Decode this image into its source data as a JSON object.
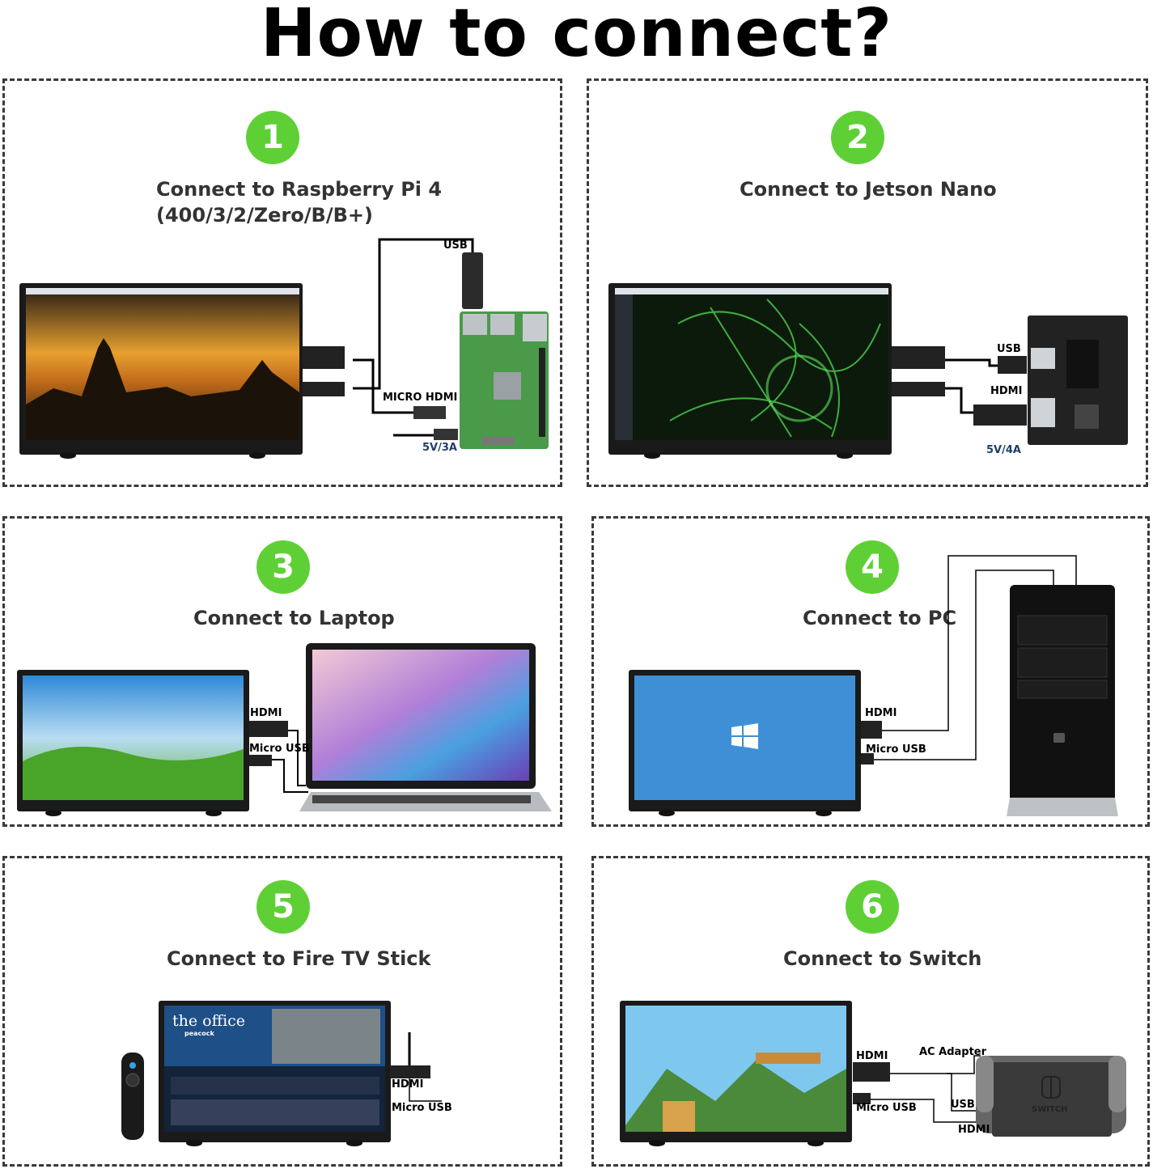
{
  "title": "How to connect?",
  "steps": [
    {
      "number": "1",
      "caption_line1": "Connect to Raspberry Pi 4",
      "caption_line2": "(400/3/2/Zero/B/B+)",
      "labels": {
        "usb": "USB",
        "micro_hdmi": "MICRO HDMI",
        "power": "5V/3A"
      }
    },
    {
      "number": "2",
      "caption_line1": "Connect to Jetson Nano",
      "labels": {
        "usb": "USB",
        "hdmi": "HDMI",
        "power": "5V/4A"
      }
    },
    {
      "number": "3",
      "caption_line1": "Connect to Laptop",
      "labels": {
        "hdmi": "HDMI",
        "micro_usb": "Micro USB"
      }
    },
    {
      "number": "4",
      "caption_line1": "Connect to PC",
      "labels": {
        "hdmi": "HDMI",
        "micro_usb": "Micro USB"
      }
    },
    {
      "number": "5",
      "caption_line1": "Connect to Fire TV Stick",
      "labels": {
        "hdmi": "HDMI",
        "micro_usb": "Micro USB"
      }
    },
    {
      "number": "6",
      "caption_line1": "Connect to Switch",
      "labels": {
        "hdmi": "HDMI",
        "micro_usb": "Micro USB",
        "ac_adapter": "AC Adapter",
        "usb": "USB",
        "hdmi2": "HDMI"
      }
    }
  ],
  "screens": {
    "fire_tv_show": "the office",
    "fire_tv_sub": "peacock",
    "switch_brand": "SWITCH"
  },
  "colors": {
    "badge": "#5ed036",
    "border": "#3a3a3a",
    "power_label": "#1f3f6b"
  }
}
